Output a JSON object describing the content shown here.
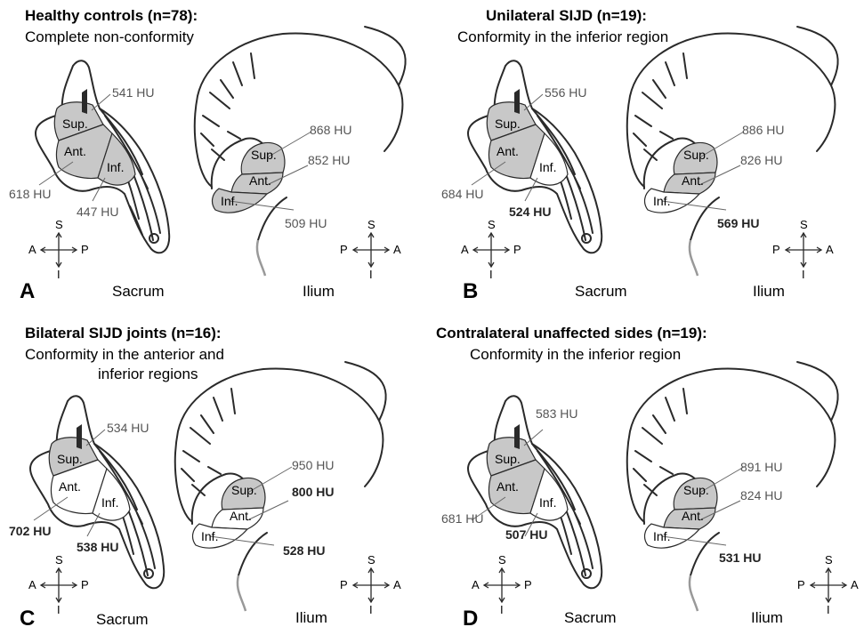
{
  "panels": [
    {
      "letter": "A",
      "title": "Healthy controls (n=78):",
      "subtitle": "Complete non-conformity",
      "sacrum": {
        "sup": "Sup.",
        "ant": "Ant.",
        "inf": "Inf.",
        "hu_sup": "541 HU",
        "hu_ant": "618 HU",
        "hu_inf": "447 HU"
      },
      "ilium": {
        "sup": "Sup.",
        "ant": "Ant.",
        "inf": "Inf.",
        "hu_sup": "868 HU",
        "hu_ant": "852 HU",
        "hu_inf": "509 HU"
      },
      "labels": {
        "sacrum": "Sacrum",
        "ilium": "Ilium"
      },
      "compass_sacrum": {
        "n": "S",
        "s": "I",
        "w": "A",
        "e": "P"
      },
      "compass_ilium": {
        "n": "S",
        "s": "I",
        "w": "P",
        "e": "A"
      }
    },
    {
      "letter": "B",
      "title": "Unilateral SIJD (n=19):",
      "subtitle": "Conformity in the inferior region",
      "sacrum": {
        "sup": "Sup.",
        "ant": "Ant.",
        "inf": "Inf.",
        "hu_sup": "556 HU",
        "hu_ant": "684 HU",
        "hu_inf": "524 HU"
      },
      "ilium": {
        "sup": "Sup.",
        "ant": "Ant.",
        "inf": "Inf.",
        "hu_sup": "886 HU",
        "hu_ant": "826 HU",
        "hu_inf": "569 HU"
      },
      "labels": {
        "sacrum": "Sacrum",
        "ilium": "Ilium"
      },
      "compass_sacrum": {
        "n": "S",
        "s": "I",
        "w": "A",
        "e": "P"
      },
      "compass_ilium": {
        "n": "S",
        "s": "I",
        "w": "P",
        "e": "A"
      }
    },
    {
      "letter": "C",
      "title": "Bilateral SIJD joints (n=16):",
      "subtitle": "Conformity in the anterior and",
      "subtitle2": "inferior regions",
      "sacrum": {
        "sup": "Sup.",
        "ant": "Ant.",
        "inf": "Inf.",
        "hu_sup": "534 HU",
        "hu_ant": "702 HU",
        "hu_inf": "538 HU"
      },
      "ilium": {
        "sup": "Sup.",
        "ant": "Ant.",
        "inf": "Inf.",
        "hu_sup": "950 HU",
        "hu_ant": "800 HU",
        "hu_inf": "528 HU"
      },
      "labels": {
        "sacrum": "Sacrum",
        "ilium": "Ilium"
      },
      "compass_sacrum": {
        "n": "S",
        "s": "I",
        "w": "A",
        "e": "P"
      },
      "compass_ilium": {
        "n": "S",
        "s": "I",
        "w": "P",
        "e": "A"
      }
    },
    {
      "letter": "D",
      "title": "Contralateral unaffected sides (n=19):",
      "subtitle": "Conformity in the inferior region",
      "sacrum": {
        "sup": "Sup.",
        "ant": "Ant.",
        "inf": "Inf.",
        "hu_sup": "583 HU",
        "hu_ant": "681 HU",
        "hu_inf": "507 HU"
      },
      "ilium": {
        "sup": "Sup.",
        "ant": "Ant.",
        "inf": "Inf.",
        "hu_sup": "891 HU",
        "hu_ant": "824 HU",
        "hu_inf": "531 HU"
      },
      "labels": {
        "sacrum": "Sacrum",
        "ilium": "Ilium"
      },
      "compass_sacrum": {
        "n": "S",
        "s": "I",
        "w": "A",
        "e": "P"
      },
      "compass_ilium": {
        "n": "S",
        "s": "I",
        "w": "P",
        "e": "A"
      }
    }
  ],
  "colors": {
    "shaded": "#c8c8c8",
    "unshaded": "#ffffff",
    "line": "#2a2a2a",
    "leader": "#666666"
  }
}
